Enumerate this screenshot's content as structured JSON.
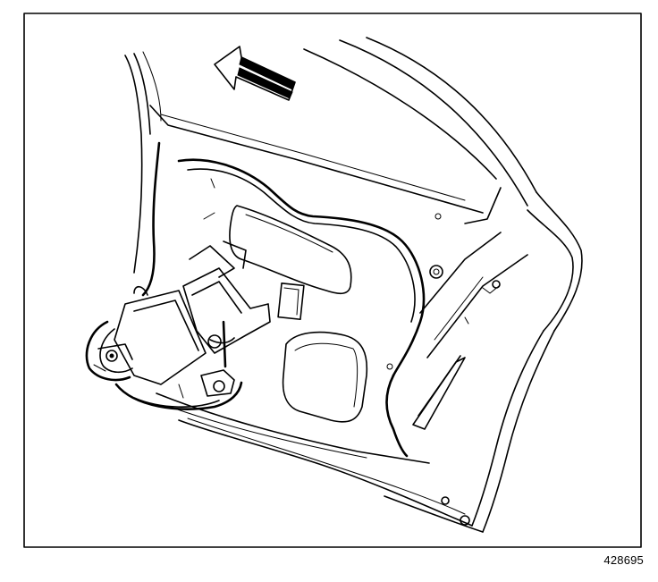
{
  "figure": {
    "number": "428695"
  },
  "icons": {
    "direction_arrow": "removal-direction-arrow-icon",
    "door_panel": "rear-door-inner-panel",
    "lock_actuator": "door-lock-actuator-module"
  }
}
